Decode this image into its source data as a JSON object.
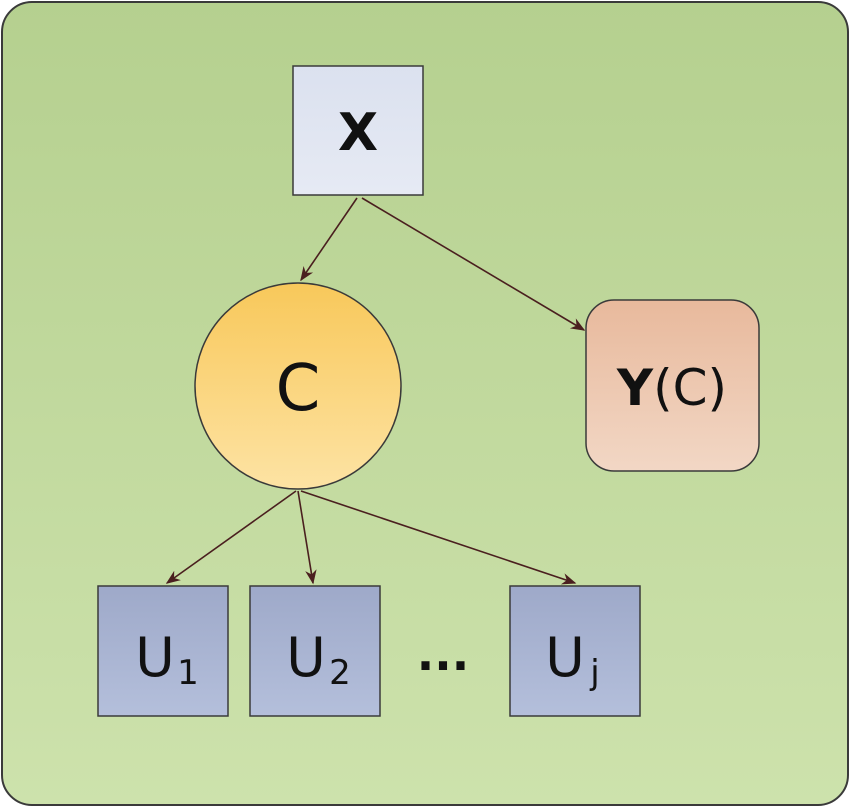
{
  "nodes": {
    "x": {
      "label": "X"
    },
    "c": {
      "label": "C"
    },
    "y": {
      "label_bold": "Y",
      "label_rest": "(C)"
    },
    "u1": {
      "base": "U",
      "sub": "1"
    },
    "u2": {
      "base": "U",
      "sub": "2"
    },
    "ellipsis": {
      "label": "..."
    },
    "uj": {
      "base": "U",
      "sub": "j"
    }
  },
  "colors": {
    "panel_top": "#b5d08f",
    "panel_bottom": "#cde2ac",
    "panel_border": "#3a3a3a",
    "x_fill": "#dde3f0",
    "c_fill_top": "#f8c85a",
    "c_fill_bottom": "#fde3a4",
    "y_fill_top": "#e8b99c",
    "y_fill_bottom": "#f2d7c5",
    "u_fill_top": "#9ea9c9",
    "u_fill_bottom": "#b4bfdb",
    "edge": "#4a1f1f"
  }
}
